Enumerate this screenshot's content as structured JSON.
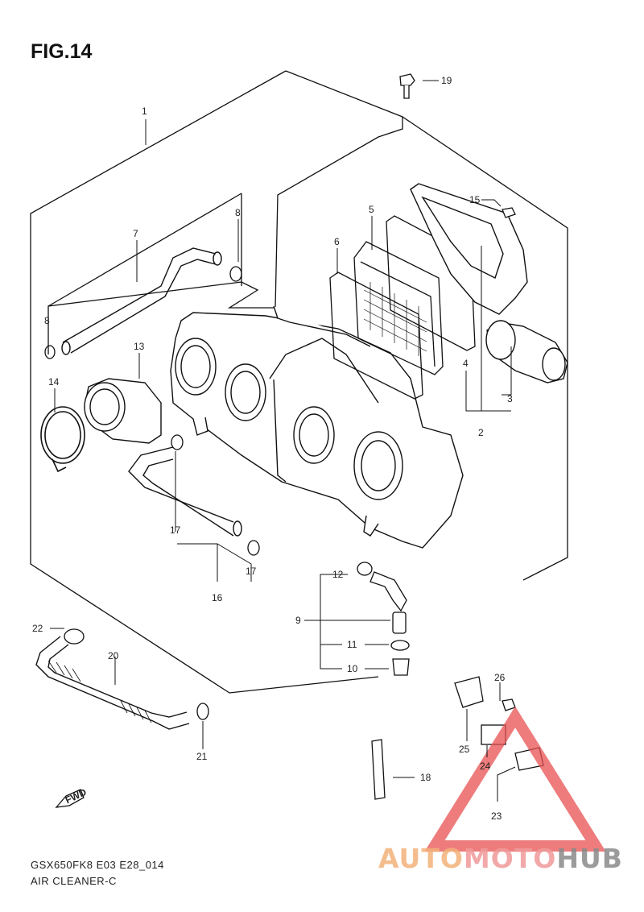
{
  "figure": {
    "title": "FIG.14"
  },
  "footer": {
    "model_code": "GSX650FK8 E03 E28_014",
    "section_name": "AIR CLEANER-C"
  },
  "fwd_badge": {
    "label": "FWD"
  },
  "watermark": {
    "part1": "AUTO",
    "part2": "MOTO",
    "part3": "HUB",
    "colors": {
      "auto": "#f3b27a",
      "moto": "#f09a9a",
      "hub": "#8a8a8a",
      "triangle": "#e85050"
    }
  },
  "callouts": [
    {
      "id": "1",
      "label": "1"
    },
    {
      "id": "2",
      "label": "2"
    },
    {
      "id": "3",
      "label": "3"
    },
    {
      "id": "4",
      "label": "4"
    },
    {
      "id": "5",
      "label": "5"
    },
    {
      "id": "6",
      "label": "6"
    },
    {
      "id": "7",
      "label": "7"
    },
    {
      "id": "8a",
      "label": "8"
    },
    {
      "id": "8b",
      "label": "8"
    },
    {
      "id": "9",
      "label": "9"
    },
    {
      "id": "10",
      "label": "10"
    },
    {
      "id": "11",
      "label": "11"
    },
    {
      "id": "12",
      "label": "12"
    },
    {
      "id": "13",
      "label": "13"
    },
    {
      "id": "14",
      "label": "14"
    },
    {
      "id": "15",
      "label": "15"
    },
    {
      "id": "16",
      "label": "16"
    },
    {
      "id": "17a",
      "label": "17"
    },
    {
      "id": "17b",
      "label": "17"
    },
    {
      "id": "18",
      "label": "18"
    },
    {
      "id": "19",
      "label": "19"
    },
    {
      "id": "20",
      "label": "20"
    },
    {
      "id": "21",
      "label": "21"
    },
    {
      "id": "22",
      "label": "22"
    },
    {
      "id": "23",
      "label": "23"
    },
    {
      "id": "24",
      "label": "24"
    },
    {
      "id": "25",
      "label": "25"
    },
    {
      "id": "26",
      "label": "26"
    }
  ]
}
